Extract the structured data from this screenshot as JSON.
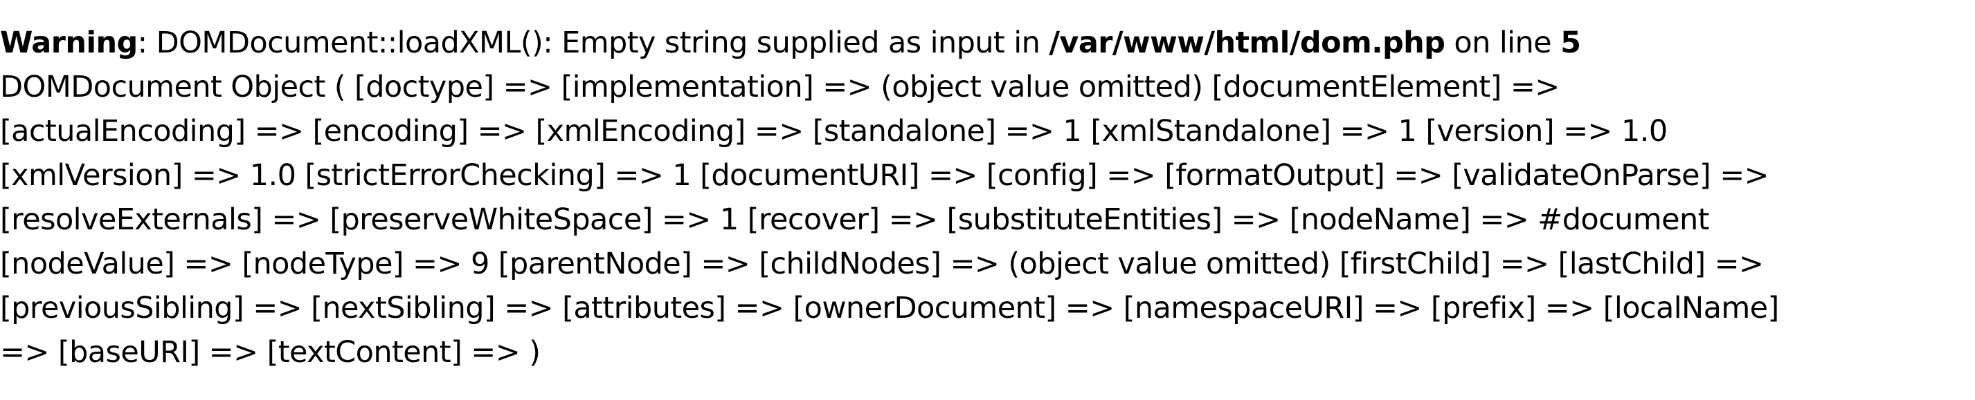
{
  "warning": {
    "label": "Warning",
    "sep": ": ",
    "message": "DOMDocument::loadXML(): Empty string supplied as input in ",
    "file": "/var/www/html/dom.php",
    "on_line_text": " on line ",
    "line_number": "5"
  },
  "dump_lines": [
    "DOMDocument Object ( [doctype] => [implementation] => (object value omitted) [documentElement] =>",
    "[actualEncoding] => [encoding] => [xmlEncoding] => [standalone] => 1 [xmlStandalone] => 1 [version] => 1.0",
    "[xmlVersion] => 1.0 [strictErrorChecking] => 1 [documentURI] => [config] => [formatOutput] => [validateOnParse] =>",
    "[resolveExternals] => [preserveWhiteSpace] => 1 [recover] => [substituteEntities] => [nodeName] => #document",
    "[nodeValue] => [nodeType] => 9 [parentNode] => [childNodes] => (object value omitted) [firstChild] => [lastChild] =>",
    "[previousSibling] => [nextSibling] => [attributes] => [ownerDocument] => [namespaceURI] => [prefix] => [localName]",
    "=> [baseURI] => [textContent] => )"
  ]
}
